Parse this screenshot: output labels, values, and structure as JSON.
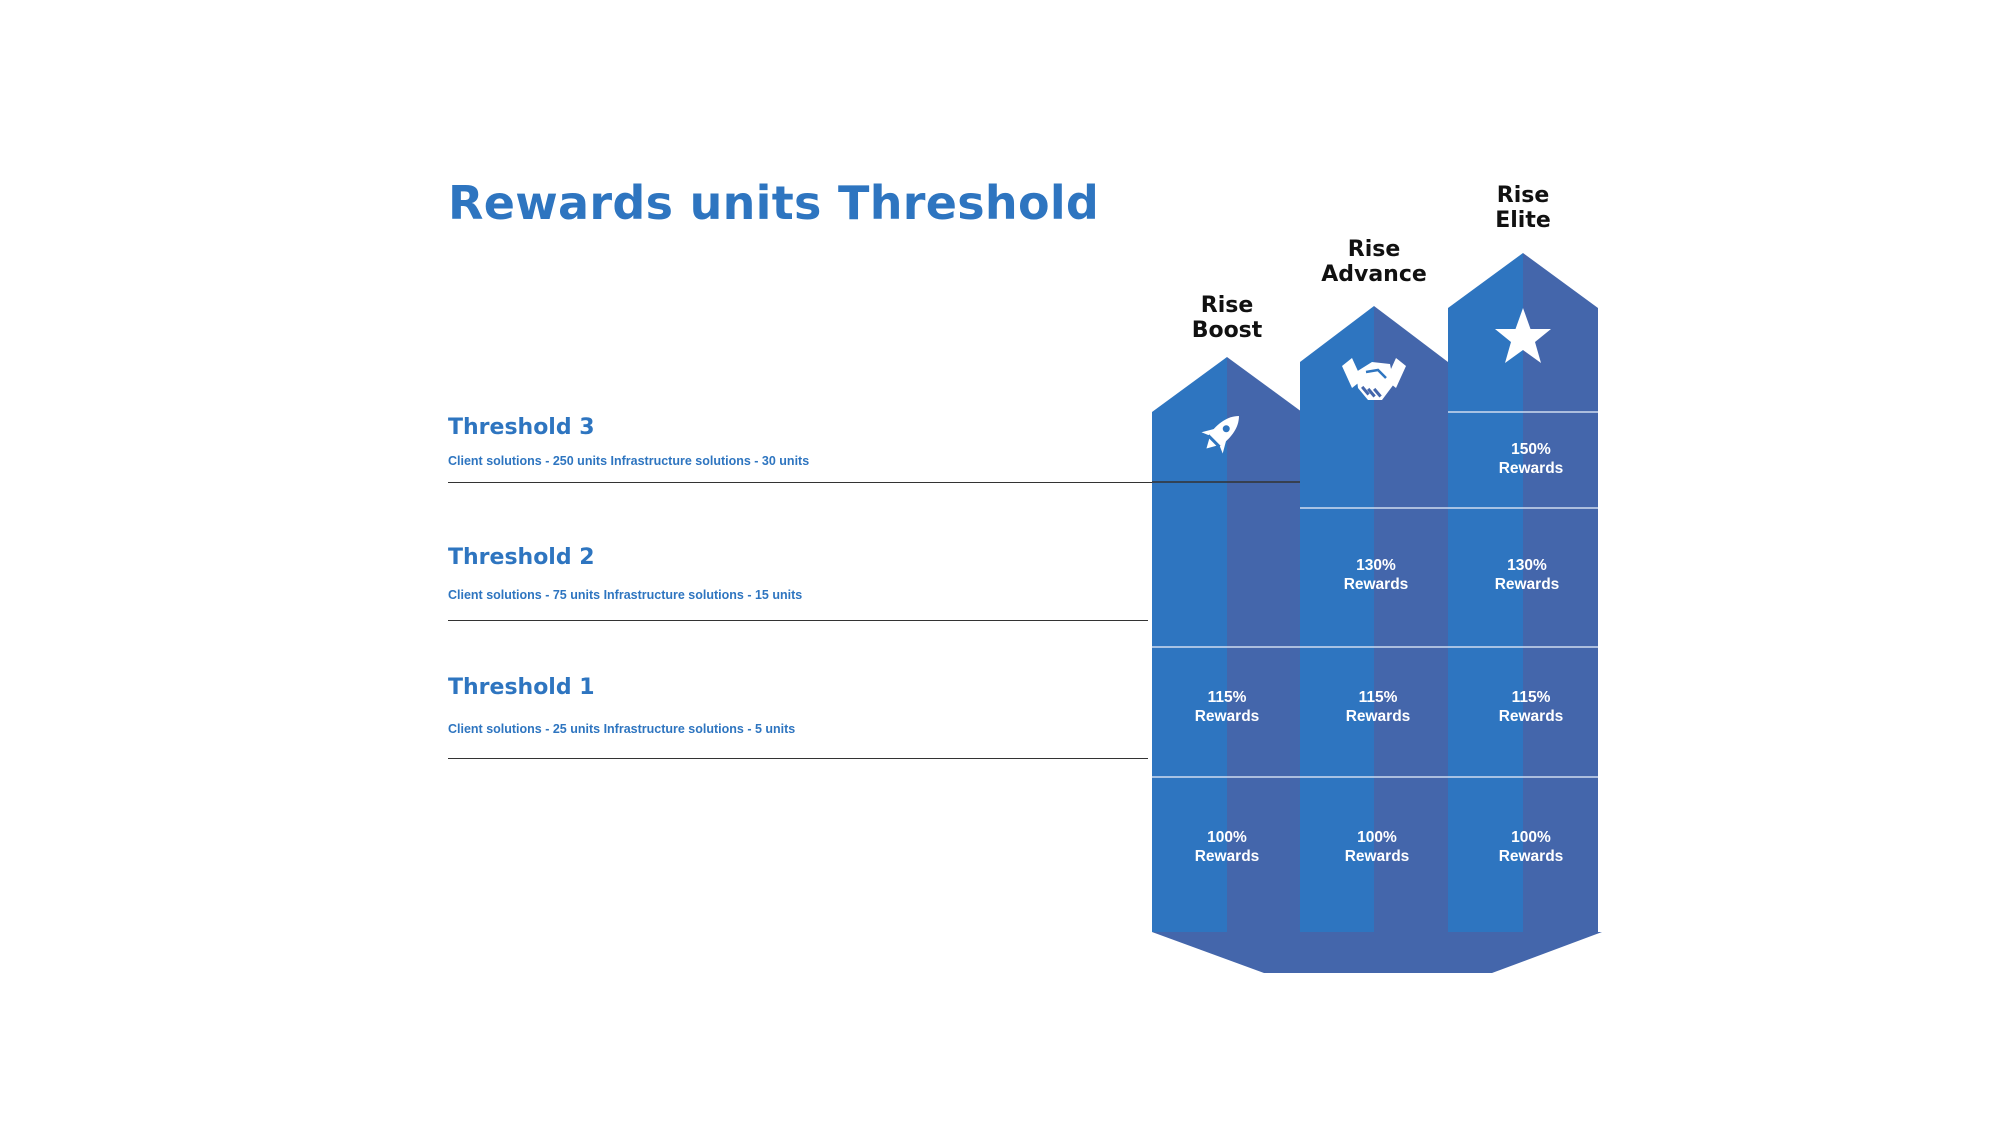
{
  "title": "Rewards units Threshold",
  "thresholds": [
    {
      "name": "Threshold 3",
      "description": "Client solutions - 250 units Infrastructure solutions - 30 units"
    },
    {
      "name": "Threshold 2",
      "description": "Client solutions - 75 units Infrastructure solutions - 15 units"
    },
    {
      "name": "Threshold 1",
      "description": "Client solutions - 25 units Infrastructure solutions - 5 units"
    }
  ],
  "tiers": [
    {
      "line1": "Rise",
      "line2": "Boost",
      "icon": "rocket-icon",
      "cells": {
        "t1": {
          "pct": "115%",
          "word": "Rewards"
        },
        "base": {
          "pct": "100%",
          "word": "Rewards"
        }
      }
    },
    {
      "line1": "Rise",
      "line2": "Advance",
      "icon": "handshake-icon",
      "cells": {
        "t2": {
          "pct": "130%",
          "word": "Rewards"
        },
        "t1": {
          "pct": "115%",
          "word": "Rewards"
        },
        "base": {
          "pct": "100%",
          "word": "Rewards"
        }
      }
    },
    {
      "line1": "Rise",
      "line2": "Elite",
      "icon": "star-icon",
      "cells": {
        "t3": {
          "pct": "150%",
          "word": "Rewards"
        },
        "t2": {
          "pct": "130%",
          "word": "Rewards"
        },
        "t1": {
          "pct": "115%",
          "word": "Rewards"
        },
        "base": {
          "pct": "100%",
          "word": "Rewards"
        }
      }
    }
  ],
  "colors": {
    "accent": "#2e75c0",
    "light_blue": "#2e75c0",
    "dark_blue": "#4466ab",
    "divider": "#cfdcf0",
    "text_dark": "#111111"
  }
}
